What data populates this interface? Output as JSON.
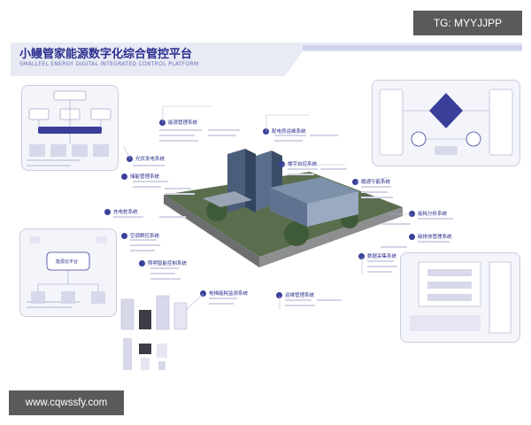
{
  "header": {
    "title": "小鳗管家能源数字化综合管控平台",
    "subtitle": "SMALLEEL ENERGY DIGITAL INTEGRATED CONTROL PLATFORM"
  },
  "watermarks": {
    "top": "TG: MYYJJPP",
    "bottom": "www.cqwssfy.com"
  },
  "left_panel": {
    "platform_label": "能源云平台"
  },
  "systems": [
    {
      "label": "能源管理系统"
    },
    {
      "label": "光伏发电系统"
    },
    {
      "label": "储能管理系统"
    },
    {
      "label": "充电桩系统"
    },
    {
      "label": "空调群控系统"
    },
    {
      "label": "照明智能控制系统"
    },
    {
      "label": "电梯能耗监测系统"
    },
    {
      "label": "配电房运维系统"
    },
    {
      "label": "楼宇自控系统"
    },
    {
      "label": "暖通节能系统"
    },
    {
      "label": "能耗分析系统"
    },
    {
      "label": "碳排放管理系统"
    },
    {
      "label": "数据采集系统"
    },
    {
      "label": "运维管理系统"
    }
  ],
  "colors": {
    "brand": "#2b2f8f",
    "accent": "#3a3f9a",
    "banner": "#e4e6f3",
    "watermark_bg": "#5a5a5a"
  }
}
